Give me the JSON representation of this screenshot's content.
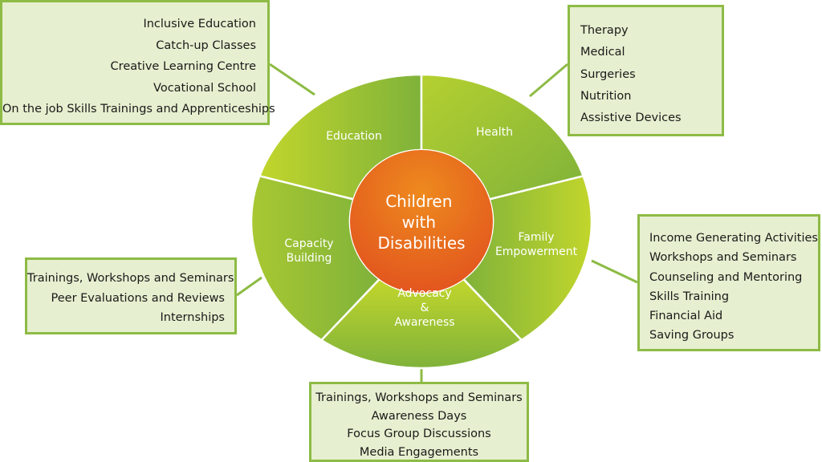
{
  "center": {
    "lines": [
      "Children",
      "with",
      "Disabilities"
    ],
    "color": "#e8681e"
  },
  "colors": {
    "segment_light": "#c2d62c",
    "segment_dark": "#7fb23a",
    "box_fill": "#e6efcf",
    "box_border": "#8dbb45",
    "connector": "#8dbb45"
  },
  "segments": [
    {
      "id": "education",
      "label_lines": [
        "Education"
      ],
      "items": [
        "Inclusive Education",
        "Catch-up Classes",
        "Creative Learning Centre",
        "Vocational School",
        "On the job Skills Trainings and Apprenticeships"
      ]
    },
    {
      "id": "health",
      "label_lines": [
        "Health"
      ],
      "items": [
        "Therapy",
        "Medical",
        "Surgeries",
        "Nutrition",
        "Assistive Devices"
      ]
    },
    {
      "id": "family",
      "label_lines": [
        "Family",
        "Empowerment"
      ],
      "items": [
        "Income Generating Activities",
        "Workshops and Seminars",
        "Counseling and Mentoring",
        "Skills Training",
        "Financial Aid",
        "Saving Groups"
      ]
    },
    {
      "id": "advocacy",
      "label_lines": [
        "Advocacy",
        "&",
        "Awareness"
      ],
      "items": [
        "Trainings, Workshops and Seminars",
        "Awareness Days",
        "Focus Group Discussions",
        "Media Engagements"
      ]
    },
    {
      "id": "capacity",
      "label_lines": [
        "Capacity",
        "Building"
      ],
      "items": [
        "Trainings, Workshops and Seminars",
        "Peer Evaluations and Reviews",
        "Internships"
      ]
    }
  ]
}
